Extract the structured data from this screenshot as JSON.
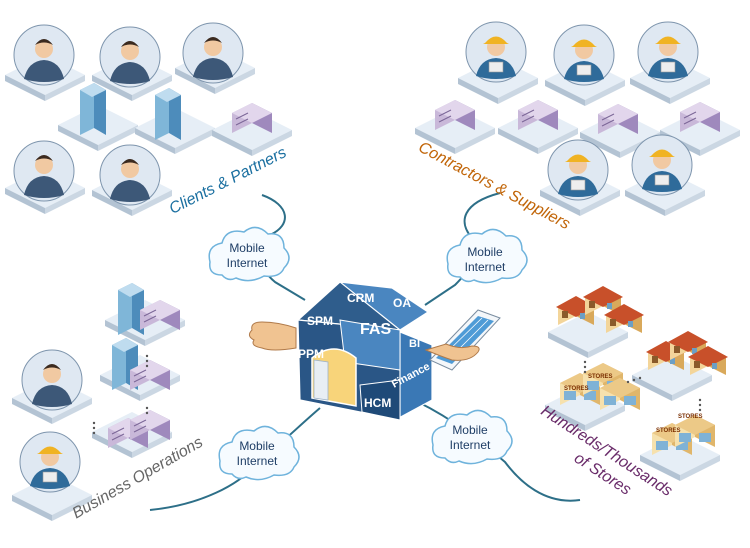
{
  "center": {
    "modules": {
      "crm": "CRM",
      "oa": "OA",
      "spm": "SPM",
      "fas": "FAS",
      "ppm": "PPM",
      "bi": "BI",
      "finance": "Finance",
      "hcm": "HCM"
    }
  },
  "connections": {
    "top_left": {
      "line1": "Mobile",
      "line2": "Internet"
    },
    "top_right": {
      "line1": "Mobile",
      "line2": "Internet"
    },
    "bottom_left": {
      "line1": "Mobile",
      "line2": "Internet"
    },
    "bottom_right": {
      "line1": "Mobile",
      "line2": "Internet"
    }
  },
  "groups": {
    "clients": {
      "label": "Clients & Partners",
      "color": "#1a6fa0"
    },
    "contractors": {
      "label": "Contractors & Suppliers",
      "color": "#c16508"
    },
    "operations": {
      "label": "Business Operations",
      "color": "#666666"
    },
    "stores": {
      "line1": "Hundreds/Thousands",
      "line2": "of Stores",
      "color": "#6a2c6a"
    }
  },
  "store_sign": "STORES",
  "colors": {
    "tile_top": "#e6eef6",
    "tile_left": "#b3c3d3",
    "tile_right": "#cbd7e3",
    "connector": "#2d6f88",
    "cloud_fill": "#f6fbff",
    "cloud_stroke": "#6fb3dc",
    "house_dark": "#2f5d8c",
    "house_mid": "#3a78b5",
    "house_light": "#5f97cf"
  },
  "icons": {
    "people": "person-avatar-icon",
    "buildings": "building-icon",
    "stores": "store-icon",
    "workers": "worker-avatar-icon"
  }
}
